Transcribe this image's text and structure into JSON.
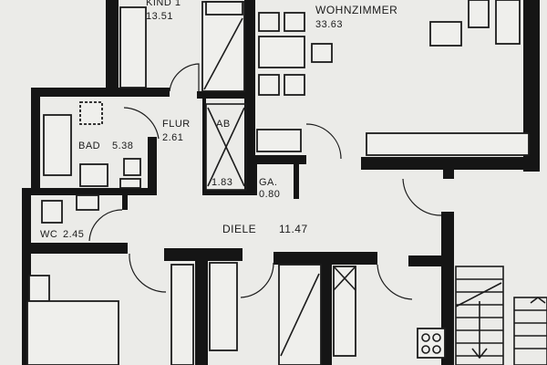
{
  "rooms": {
    "kind1": {
      "name": "KIND 1",
      "area": "13.51"
    },
    "wohnzimmer": {
      "name": "WOHNZIMMER",
      "area": "33.63"
    },
    "flur": {
      "name": "FLUR",
      "area": "2.61"
    },
    "ab": {
      "name": "AB",
      "area": "1.83"
    },
    "bad": {
      "name": "BAD",
      "area": "5.38"
    },
    "ga": {
      "name": "GA.",
      "area": "0.80"
    },
    "wc": {
      "name": "WC",
      "area": "2.45"
    },
    "diele": {
      "name": "DIELE",
      "area": "11.47"
    }
  }
}
